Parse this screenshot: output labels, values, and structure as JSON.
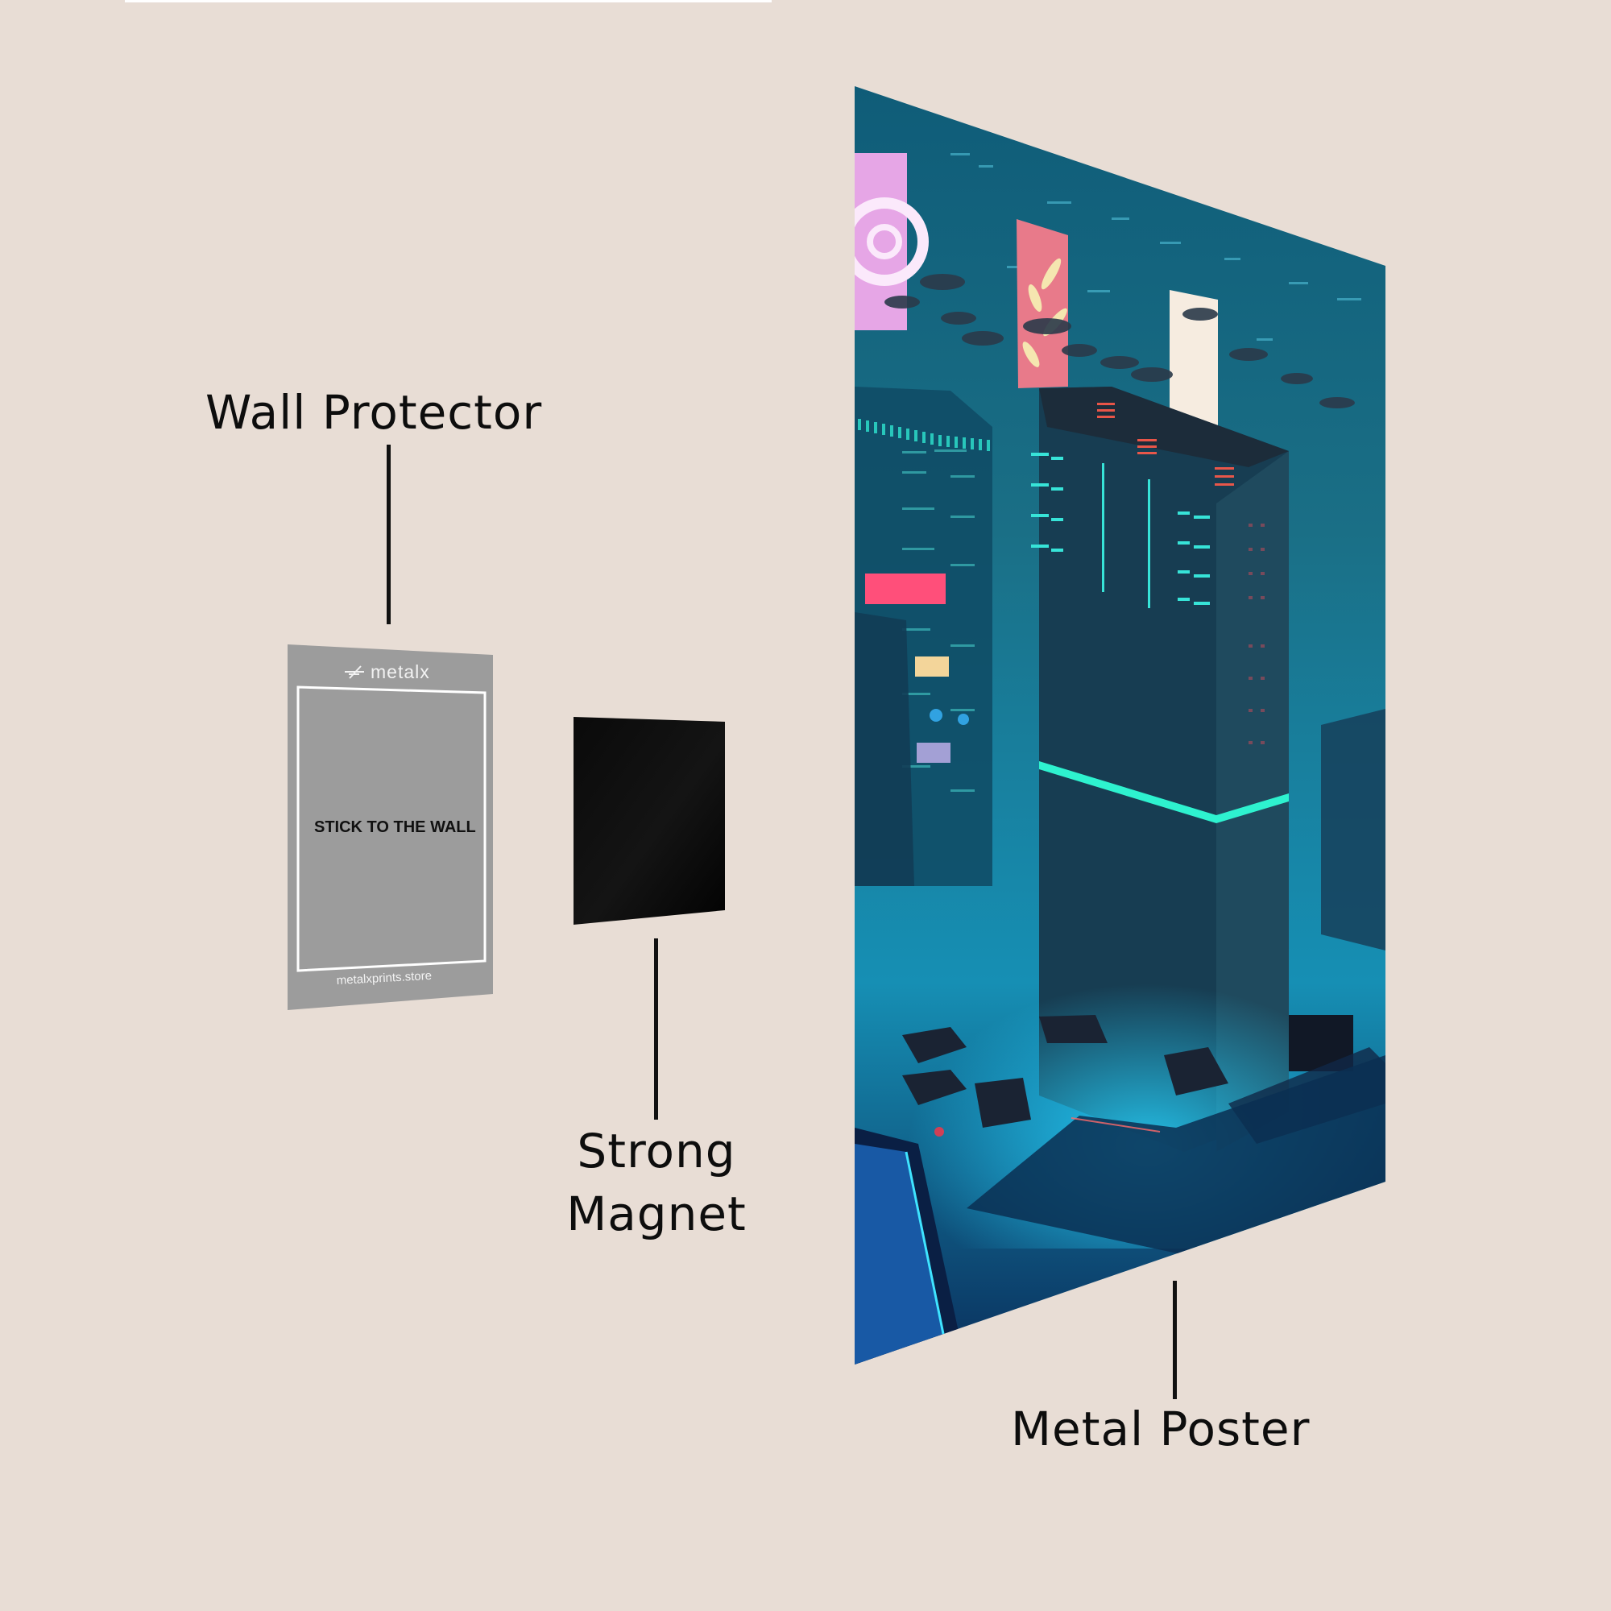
{
  "labels": {
    "wall_protector": "Wall Protector",
    "strong_magnet_line1": "Strong",
    "strong_magnet_line2": "Magnet",
    "metal_poster": "Metal Poster"
  },
  "wall_protector": {
    "brand": "metalx",
    "instruction": "STICK TO THE WALL",
    "website": "metalxprints.store",
    "color": "#9c9c9c",
    "border_color": "#ffffff"
  },
  "magnet": {
    "color": "#050505"
  },
  "poster": {
    "description": "Cyberpunk neon city artwork",
    "billboards": [
      "pink-target-billboard",
      "coral-leaf-billboard",
      "cream-billboard"
    ],
    "accent_colors": {
      "teal_glow": "#2ee6d0",
      "neon_red": "#ff4a5a",
      "pink": "#e6a6e6",
      "coral": "#e87a8a",
      "deep_blue": "#0b3a66"
    }
  },
  "colors": {
    "background": "#e8ddd5",
    "text": "#0d0d0d"
  }
}
